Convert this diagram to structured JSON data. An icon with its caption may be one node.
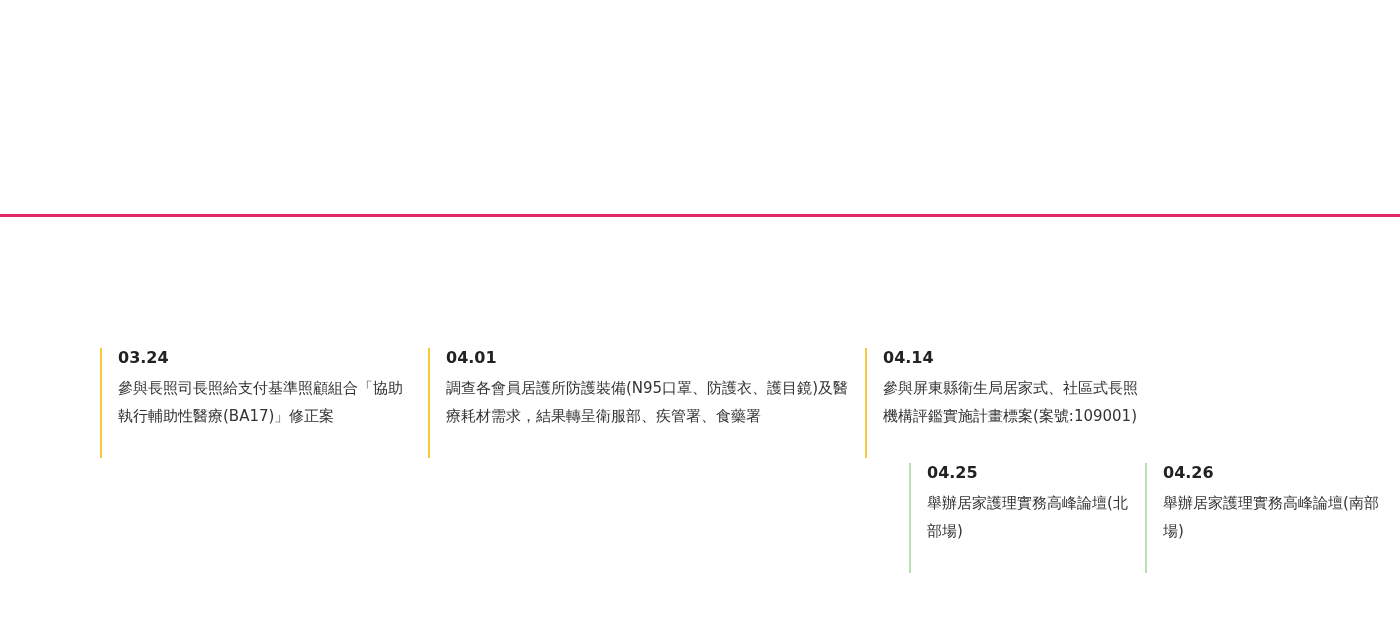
{
  "diagram": {
    "nodes": [
      {
        "text": [
          "03.24",
          "參與長照司長照給支付基準照顧組合「協助執行輔助性醫療(BA17)」修正案"
        ]
      },
      {
        "text": [
          "04.01",
          "調查各會員居護所防護裝備(N95口罩、防護衣、護目鏡)及醫療耗材需求，結果轉呈衛服部、疾管署、食藥署"
        ]
      },
      {
        "text": [
          "04.14",
          "參與屏東縣衛生局居家式、社區式長照機構評鑑實施計畫標案(案號:109001)"
        ]
      },
      {
        "text": [
          "04.25",
          "舉辦居家護理實務高峰論壇(北部場)"
        ]
      },
      {
        "text": [
          "04.26",
          "舉辦居家護理實務高峰論壇(南部場)"
        ]
      }
    ]
  }
}
